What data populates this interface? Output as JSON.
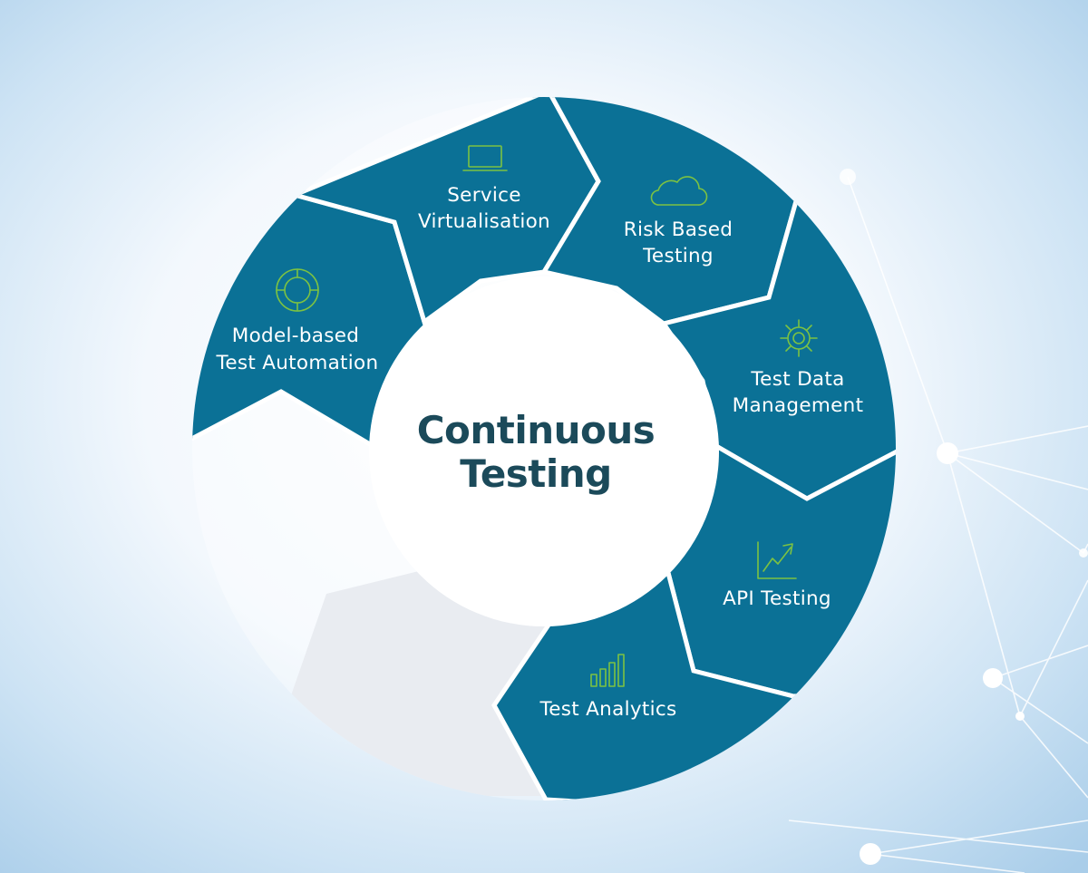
{
  "center": {
    "line1": "Continuous",
    "line2": "Testing"
  },
  "segments": [
    {
      "id": "model-based",
      "icon": "donut-ring-icon",
      "line1": "Model-based",
      "line2": "Test Automation"
    },
    {
      "id": "service-virtualisation",
      "icon": "laptop-icon",
      "line1": "Service",
      "line2": "Virtualisation"
    },
    {
      "id": "risk-based",
      "icon": "cloud-icon",
      "line1": "Risk Based",
      "line2": "Testing"
    },
    {
      "id": "test-data",
      "icon": "gear-icon",
      "line1": "Test Data",
      "line2": "Management"
    },
    {
      "id": "api-testing",
      "icon": "trend-arrow-icon",
      "line1": "API Testing",
      "line2": ""
    },
    {
      "id": "test-analytics",
      "icon": "bar-chart-icon",
      "line1": "Test Analytics",
      "line2": ""
    }
  ],
  "colors": {
    "segment": "#0b7196",
    "segment_border": "#ffffff",
    "icon": "#7cc242",
    "center_text": "#1b4a5a",
    "empty_segment": "#e9ecf1"
  }
}
